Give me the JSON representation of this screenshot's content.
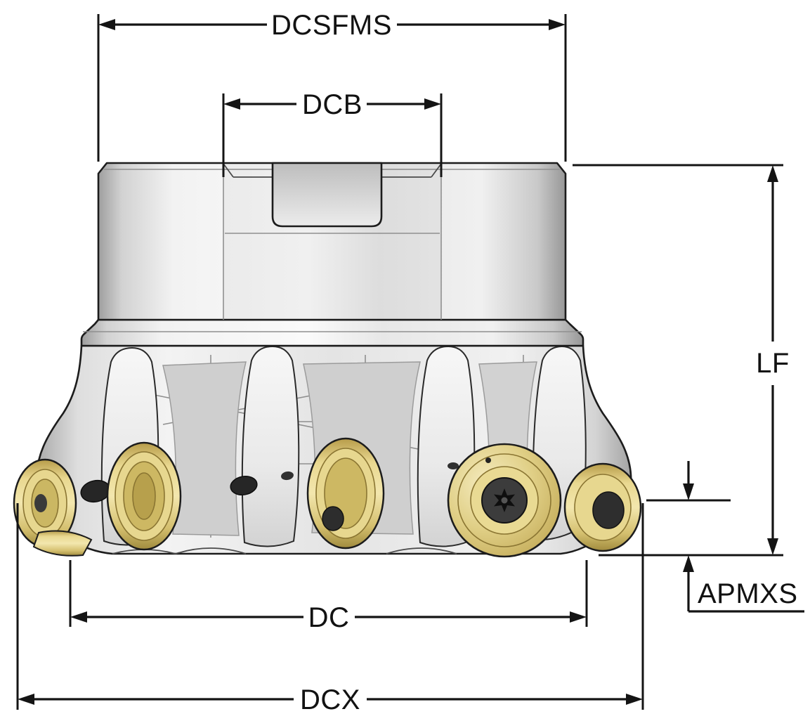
{
  "drawing": {
    "background": "#ffffff",
    "outline_color": "#141414",
    "body_metal_color": "#ececec",
    "insert_gold_color": "#d9c674",
    "screw_color": "#2e2e2e"
  },
  "dimensions": {
    "dcsfms": "DCSFMS",
    "dcb": "DCB",
    "lf": "LF",
    "apmxs": "APMXS",
    "dc": "DC",
    "dcx": "DCX"
  }
}
